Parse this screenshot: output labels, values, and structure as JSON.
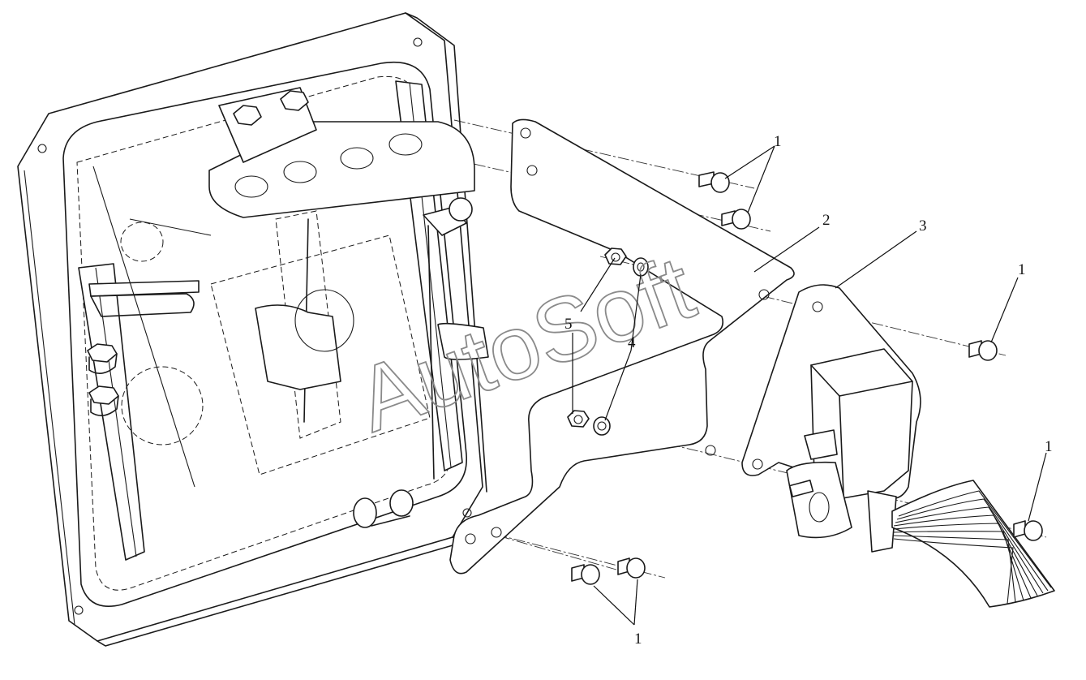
{
  "watermark": "AutoSoft",
  "callouts": {
    "bolt_top": "1",
    "bracket": "2",
    "pedal_mount": "3",
    "bolt_right_upper": "1",
    "bolt_right_lower": "1",
    "washer": "4",
    "nut": "5",
    "bolt_bottom": "1"
  }
}
